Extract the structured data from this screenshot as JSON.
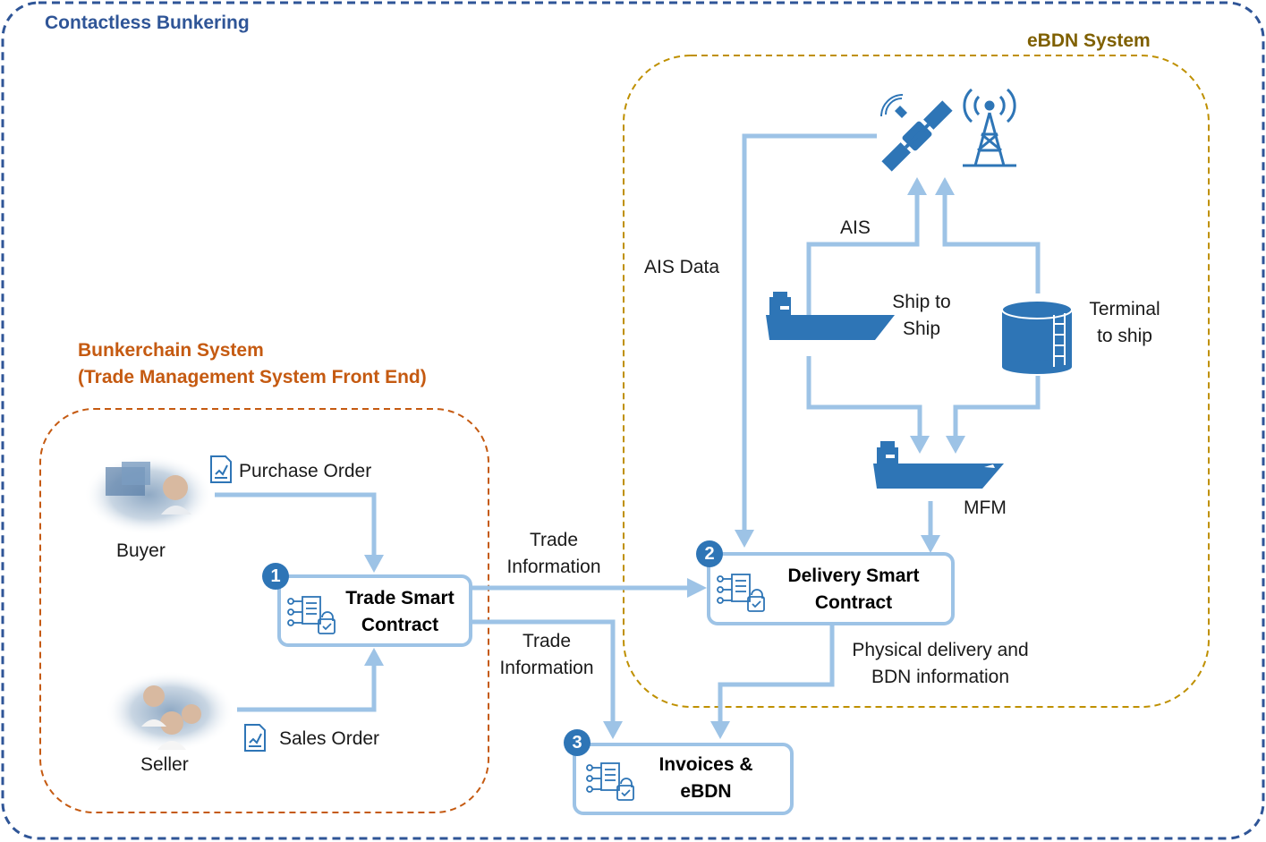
{
  "titles": {
    "outer": "Contactless Bunkering",
    "ebdn": "eBDN System",
    "bunkerchain_line1": "Bunkerchain System",
    "bunkerchain_line2": "(Trade Management System Front End)"
  },
  "actors": {
    "buyer": "Buyer",
    "seller": "Seller"
  },
  "documents": {
    "purchase_order": "Purchase Order",
    "sales_order": "Sales Order"
  },
  "contracts": {
    "trade": {
      "badge": "1",
      "line1": "Trade Smart",
      "line2": "Contract"
    },
    "delivery": {
      "badge": "2",
      "line1": "Delivery Smart",
      "line2": "Contract"
    },
    "invoices": {
      "badge": "3",
      "line1": "Invoices &",
      "line2": "eBDN"
    }
  },
  "labels": {
    "trade_info_1_line1": "Trade",
    "trade_info_1_line2": "Information",
    "trade_info_2_line1": "Trade",
    "trade_info_2_line2": "Information",
    "ais_data": "AIS Data",
    "ais": "AIS",
    "ship_to_ship_line1": "Ship to",
    "ship_to_ship_line2": "Ship",
    "terminal_line1": "Terminal",
    "terminal_line2": "to ship",
    "mfm": "MFM",
    "physical_line1": "Physical delivery and",
    "physical_line2": "BDN information"
  },
  "colors": {
    "outer_border": "#2f5597",
    "ebdn_border": "#bf9000",
    "bunkerchain_border": "#c55a11",
    "arrow": "#9dc3e6",
    "icon": "#2e75b6",
    "badge": "#2e75b6"
  },
  "icons": [
    "document-icon",
    "smart-contract-icon",
    "satellite-icon",
    "antenna-tower-icon",
    "ship-icon",
    "storage-tank-icon",
    "photo-buyer",
    "photo-seller"
  ]
}
